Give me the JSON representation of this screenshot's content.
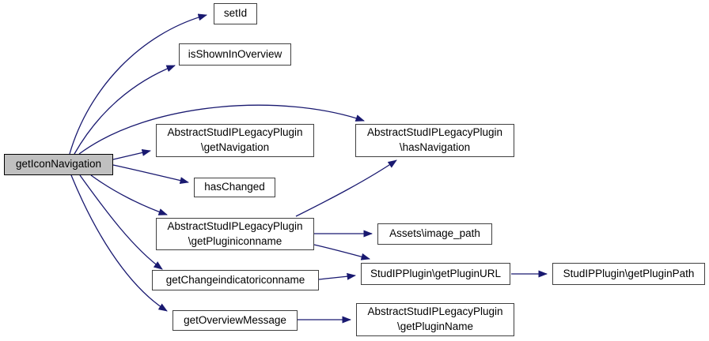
{
  "diagram": {
    "type": "call-graph",
    "root_function": "getIconNavigation",
    "colors": {
      "edge": "#191970",
      "node_border": "#404040",
      "node_fill": "#ffffff",
      "highlight_fill": "#c0c0c0",
      "highlight_border": "#000000",
      "text": "#000000",
      "background": "#ffffff"
    },
    "nodes": [
      {
        "id": "getIconNavigation",
        "label": "getIconNavigation",
        "highlighted": true
      },
      {
        "id": "setId",
        "label": "setId"
      },
      {
        "id": "isShownInOverview",
        "label": "isShownInOverview"
      },
      {
        "id": "getNavigation",
        "label": "AbstractStudIPLegacyPlugin\n\\getNavigation"
      },
      {
        "id": "hasNavigation",
        "label": "AbstractStudIPLegacyPlugin\n\\hasNavigation"
      },
      {
        "id": "hasChanged",
        "label": "hasChanged"
      },
      {
        "id": "getPluginiconname",
        "label": "AbstractStudIPLegacyPlugin\n\\getPluginiconname"
      },
      {
        "id": "getChangeindicatoriconname",
        "label": "getChangeindicatoriconname"
      },
      {
        "id": "getOverviewMessage",
        "label": "getOverviewMessage"
      },
      {
        "id": "image_path",
        "label": "Assets\\image_path"
      },
      {
        "id": "getPluginURL",
        "label": "StudIPPlugin\\getPluginURL"
      },
      {
        "id": "getPluginPath",
        "label": "StudIPPlugin\\getPluginPath"
      },
      {
        "id": "getPluginName",
        "label": "AbstractStudIPLegacyPlugin\n\\getPluginName"
      }
    ],
    "edges": [
      {
        "from": "getIconNavigation",
        "to": "setId"
      },
      {
        "from": "getIconNavigation",
        "to": "isShownInOverview"
      },
      {
        "from": "getIconNavigation",
        "to": "hasNavigation"
      },
      {
        "from": "getIconNavigation",
        "to": "getNavigation"
      },
      {
        "from": "getIconNavigation",
        "to": "hasChanged"
      },
      {
        "from": "getIconNavigation",
        "to": "getPluginiconname"
      },
      {
        "from": "getIconNavigation",
        "to": "getChangeindicatoriconname"
      },
      {
        "from": "getIconNavigation",
        "to": "getOverviewMessage"
      },
      {
        "from": "getPluginiconname",
        "to": "hasNavigation"
      },
      {
        "from": "getPluginiconname",
        "to": "image_path"
      },
      {
        "from": "getPluginiconname",
        "to": "getPluginURL"
      },
      {
        "from": "getChangeindicatoriconname",
        "to": "getPluginURL"
      },
      {
        "from": "getPluginURL",
        "to": "getPluginPath"
      },
      {
        "from": "getOverviewMessage",
        "to": "getPluginName"
      }
    ]
  }
}
